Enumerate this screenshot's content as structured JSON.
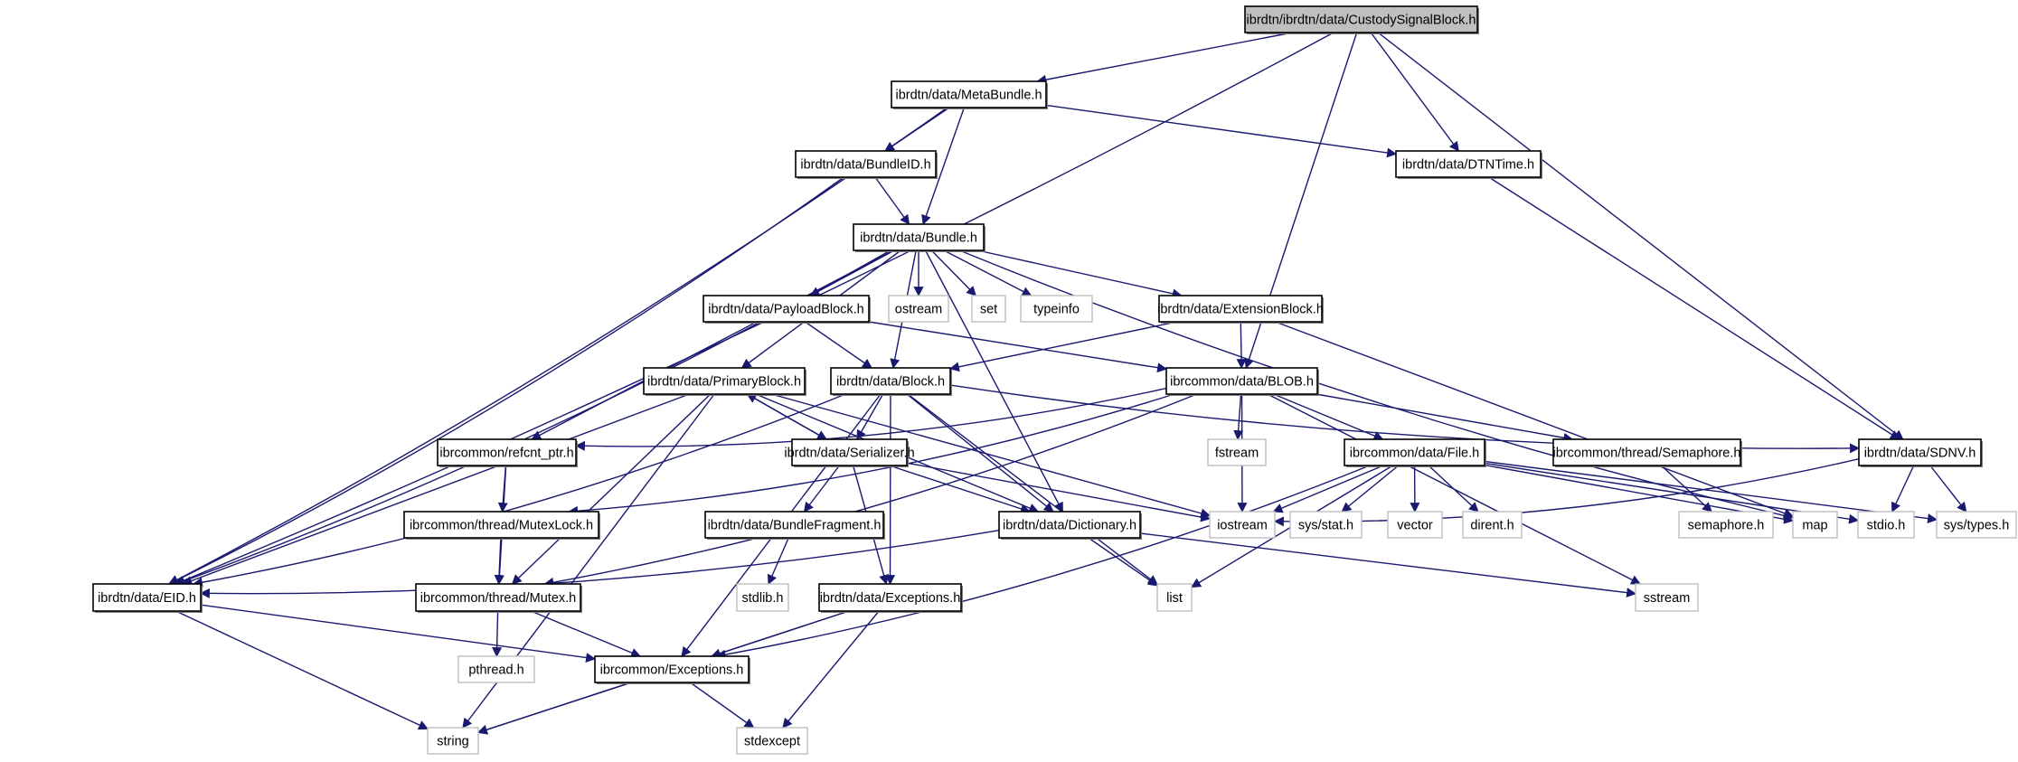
{
  "title": "ibrdtn/ibrdtn/data/CustodySignalBlock.h",
  "colors": {
    "edge": "#191970",
    "root_fill": "#bfbfbf",
    "project_border": "#000000",
    "system_border": "#bfbfbf"
  },
  "nodes": [
    {
      "id": "root",
      "label": "ibrdtn/ibrdtn/data/CustodySignalBlock.h",
      "kind": "root"
    },
    {
      "id": "metabundle",
      "label": "ibrdtn/data/MetaBundle.h",
      "kind": "project"
    },
    {
      "id": "bundleid",
      "label": "ibrdtn/data/BundleID.h",
      "kind": "project"
    },
    {
      "id": "dtntime",
      "label": "ibrdtn/data/DTNTime.h",
      "kind": "project"
    },
    {
      "id": "bundle",
      "label": "ibrdtn/data/Bundle.h",
      "kind": "project"
    },
    {
      "id": "payloadblock",
      "label": "ibrdtn/data/PayloadBlock.h",
      "kind": "project"
    },
    {
      "id": "ostream",
      "label": "ostream",
      "kind": "system"
    },
    {
      "id": "set",
      "label": "set",
      "kind": "system"
    },
    {
      "id": "typeinfo",
      "label": "typeinfo",
      "kind": "system"
    },
    {
      "id": "extensionblock",
      "label": "ibrdtn/data/ExtensionBlock.h",
      "kind": "project"
    },
    {
      "id": "primaryblock",
      "label": "ibrdtn/data/PrimaryBlock.h",
      "kind": "project"
    },
    {
      "id": "block",
      "label": "ibrdtn/data/Block.h",
      "kind": "project"
    },
    {
      "id": "blob",
      "label": "ibrcommon/data/BLOB.h",
      "kind": "project"
    },
    {
      "id": "refcnt",
      "label": "ibrcommon/refcnt_ptr.h",
      "kind": "project"
    },
    {
      "id": "serializer",
      "label": "ibrdtn/data/Serializer.h",
      "kind": "project"
    },
    {
      "id": "fstream",
      "label": "fstream",
      "kind": "system"
    },
    {
      "id": "file",
      "label": "ibrcommon/data/File.h",
      "kind": "project"
    },
    {
      "id": "semaphore",
      "label": "ibrcommon/thread/Semaphore.h",
      "kind": "project"
    },
    {
      "id": "sdnv",
      "label": "ibrdtn/data/SDNV.h",
      "kind": "project"
    },
    {
      "id": "mutexlock",
      "label": "ibrcommon/thread/MutexLock.h",
      "kind": "project"
    },
    {
      "id": "bundlefragment",
      "label": "ibrdtn/data/BundleFragment.h",
      "kind": "project"
    },
    {
      "id": "dictionary",
      "label": "ibrdtn/data/Dictionary.h",
      "kind": "project"
    },
    {
      "id": "iostream",
      "label": "iostream",
      "kind": "system"
    },
    {
      "id": "sysstat",
      "label": "sys/stat.h",
      "kind": "system"
    },
    {
      "id": "vector",
      "label": "vector",
      "kind": "system"
    },
    {
      "id": "dirent",
      "label": "dirent.h",
      "kind": "system"
    },
    {
      "id": "semaphoreh",
      "label": "semaphore.h",
      "kind": "system"
    },
    {
      "id": "map",
      "label": "map",
      "kind": "system"
    },
    {
      "id": "stdio",
      "label": "stdio.h",
      "kind": "system"
    },
    {
      "id": "systypes",
      "label": "sys/types.h",
      "kind": "system"
    },
    {
      "id": "eid",
      "label": "ibrdtn/data/EID.h",
      "kind": "project"
    },
    {
      "id": "mutex",
      "label": "ibrcommon/thread/Mutex.h",
      "kind": "project"
    },
    {
      "id": "stdlib",
      "label": "stdlib.h",
      "kind": "system"
    },
    {
      "id": "exceptions",
      "label": "ibrdtn/data/Exceptions.h",
      "kind": "project"
    },
    {
      "id": "list",
      "label": "list",
      "kind": "system"
    },
    {
      "id": "sstream",
      "label": "sstream",
      "kind": "system"
    },
    {
      "id": "pthread",
      "label": "pthread.h",
      "kind": "system"
    },
    {
      "id": "cexceptions",
      "label": "ibrcommon/Exceptions.h",
      "kind": "project"
    },
    {
      "id": "string",
      "label": "string",
      "kind": "system"
    },
    {
      "id": "stdexcept",
      "label": "stdexcept",
      "kind": "system"
    }
  ],
  "edges": [
    [
      "root",
      "metabundle"
    ],
    [
      "root",
      "eid"
    ],
    [
      "root",
      "dtntime"
    ],
    [
      "root",
      "blob"
    ],
    [
      "root",
      "sdnv"
    ],
    [
      "metabundle",
      "bundleid"
    ],
    [
      "metabundle",
      "bundle"
    ],
    [
      "metabundle",
      "dtntime"
    ],
    [
      "metabundle",
      "eid"
    ],
    [
      "bundleid",
      "bundle"
    ],
    [
      "bundleid",
      "eid"
    ],
    [
      "dtntime",
      "sdnv"
    ],
    [
      "bundle",
      "payloadblock"
    ],
    [
      "bundle",
      "ostream"
    ],
    [
      "bundle",
      "set"
    ],
    [
      "bundle",
      "typeinfo"
    ],
    [
      "bundle",
      "extensionblock"
    ],
    [
      "bundle",
      "primaryblock"
    ],
    [
      "bundle",
      "block"
    ],
    [
      "bundle",
      "refcnt"
    ],
    [
      "bundle",
      "dictionary"
    ],
    [
      "bundle",
      "eid"
    ],
    [
      "bundle",
      "map"
    ],
    [
      "payloadblock",
      "block"
    ],
    [
      "payloadblock",
      "blob"
    ],
    [
      "extensionblock",
      "block"
    ],
    [
      "extensionblock",
      "blob"
    ],
    [
      "extensionblock",
      "map"
    ],
    [
      "primaryblock",
      "serializer"
    ],
    [
      "primaryblock",
      "dictionary"
    ],
    [
      "primaryblock",
      "eid"
    ],
    [
      "primaryblock",
      "mutex"
    ],
    [
      "primaryblock",
      "string"
    ],
    [
      "primaryblock",
      "iostream"
    ],
    [
      "block",
      "serializer"
    ],
    [
      "block",
      "dictionary"
    ],
    [
      "block",
      "exceptions"
    ],
    [
      "block",
      "eid"
    ],
    [
      "block",
      "list"
    ],
    [
      "block",
      "sdnv"
    ],
    [
      "block",
      "cexceptions"
    ],
    [
      "blob",
      "fstream"
    ],
    [
      "blob",
      "file"
    ],
    [
      "blob",
      "semaphore"
    ],
    [
      "blob",
      "iostream"
    ],
    [
      "blob",
      "refcnt"
    ],
    [
      "blob",
      "mutexlock"
    ],
    [
      "blob",
      "mutex"
    ],
    [
      "blob",
      "sstream"
    ],
    [
      "serializer",
      "primaryblock"
    ],
    [
      "serializer",
      "bundlefragment"
    ],
    [
      "serializer",
      "dictionary"
    ],
    [
      "serializer",
      "exceptions"
    ],
    [
      "serializer",
      "iostream"
    ],
    [
      "refcnt",
      "mutexlock"
    ],
    [
      "refcnt",
      "mutex"
    ],
    [
      "file",
      "iostream"
    ],
    [
      "file",
      "sysstat"
    ],
    [
      "file",
      "vector"
    ],
    [
      "file",
      "dirent"
    ],
    [
      "file",
      "list"
    ],
    [
      "file",
      "cexceptions"
    ],
    [
      "file",
      "map"
    ],
    [
      "file",
      "stdio"
    ],
    [
      "file",
      "systypes"
    ],
    [
      "semaphore",
      "semaphoreh"
    ],
    [
      "sdnv",
      "stdio"
    ],
    [
      "sdnv",
      "systypes"
    ],
    [
      "sdnv",
      "iostream"
    ],
    [
      "mutexlock",
      "mutex"
    ],
    [
      "bundlefragment",
      "stdlib"
    ],
    [
      "dictionary",
      "eid"
    ],
    [
      "dictionary",
      "list"
    ],
    [
      "dictionary",
      "sstream"
    ],
    [
      "eid",
      "cexceptions"
    ],
    [
      "eid",
      "string"
    ],
    [
      "mutex",
      "pthread"
    ],
    [
      "mutex",
      "cexceptions"
    ],
    [
      "exceptions",
      "cexceptions"
    ],
    [
      "exceptions",
      "string"
    ],
    [
      "exceptions",
      "stdexcept"
    ],
    [
      "cexceptions",
      "string"
    ],
    [
      "cexceptions",
      "stdexcept"
    ]
  ]
}
